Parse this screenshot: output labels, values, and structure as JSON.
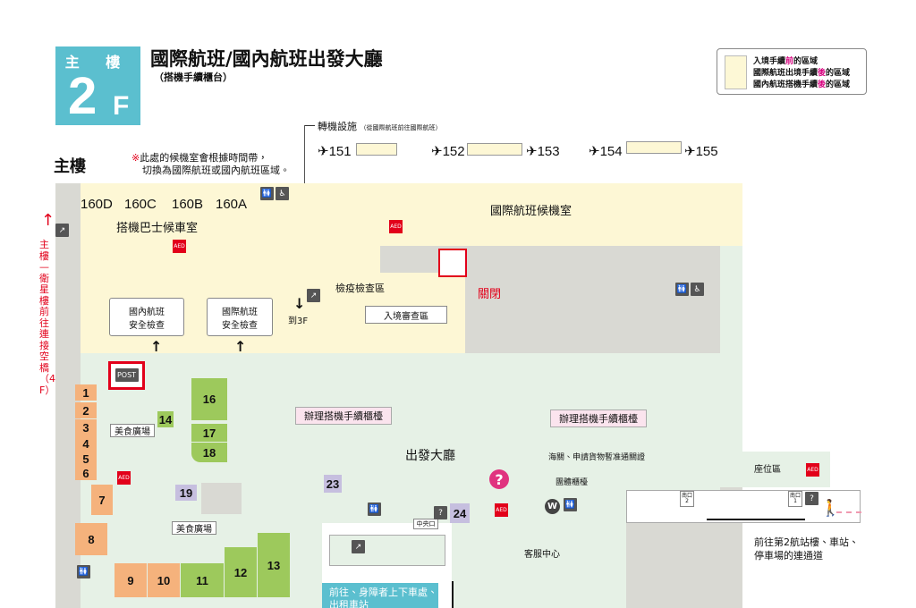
{
  "header": {
    "building": "主 樓",
    "floor": "2",
    "floor_suffix": "F",
    "title": "國際航班/國內航班出發大廳",
    "subtitle": "（搭機手續櫃台）"
  },
  "legend": {
    "line1_a": "入境手續",
    "line1_b": "前",
    "line1_c": "的區域",
    "line2_a": "國際航班出境手續",
    "line2_b": "後",
    "line2_c": "的區域",
    "line3_a": "國內航班搭機手續",
    "line3_b": "後",
    "line3_c": "的區域"
  },
  "transfer": {
    "label": "轉機設施",
    "note": "（從國際航班前往國際航班）"
  },
  "gates": [
    "151",
    "152",
    "153",
    "154",
    "155"
  ],
  "bus_gates": [
    "160D",
    "160C",
    "160B",
    "160A"
  ],
  "main_building": "主樓",
  "note": {
    "mark": "※",
    "line1": "此處的候機室會根據時間帶，",
    "line2": "切換為國際航班或國內航班區域。"
  },
  "areas": {
    "bus_lounge": "搭機巴士候車室",
    "intl_lounge": "國際航班候機室",
    "quarantine": "檢疫檢查區",
    "immigration": "入境審查區",
    "closed": "關閉",
    "dom_security": "國內航班\n安全檢查",
    "intl_security": "國際航班\n安全檢查",
    "to3f": "到3F",
    "checkin1": "辦理搭機手續櫃檯",
    "checkin2": "辦理搭機手續櫃檯",
    "food1": "美食廣場",
    "food2": "美食廣場",
    "hall": "出發大廳",
    "customs": "海關、申請貨物暫准通關證",
    "group": "團體櫃檯",
    "seating": "座位區",
    "service": "客服中心",
    "central": "中央口",
    "south2": "南口\n2",
    "south1": "南口\n1",
    "to_t2": "前往第2航站樓、車站、",
    "to_t2b": "停車場的連通道",
    "to_bus": "前往、身障者上下車處、",
    "to_bus2": "出租車站",
    "post": "POST"
  },
  "side_link": "主樓—衛星樓前往連接空橋（4F）",
  "counters": {
    "orange": [
      "1",
      "2",
      "3",
      "4",
      "5",
      "6",
      "7",
      "8",
      "9",
      "10"
    ],
    "green": [
      "11",
      "12",
      "13",
      "14",
      "16",
      "17",
      "18"
    ],
    "purple": [
      "19",
      "23",
      "24"
    ]
  },
  "colors": {
    "badge": "#5bbfcf",
    "pre_area": "#fdf7d5",
    "hall": "#e6f1e6",
    "accent": "#d6007e",
    "aed": "#e2001a"
  }
}
